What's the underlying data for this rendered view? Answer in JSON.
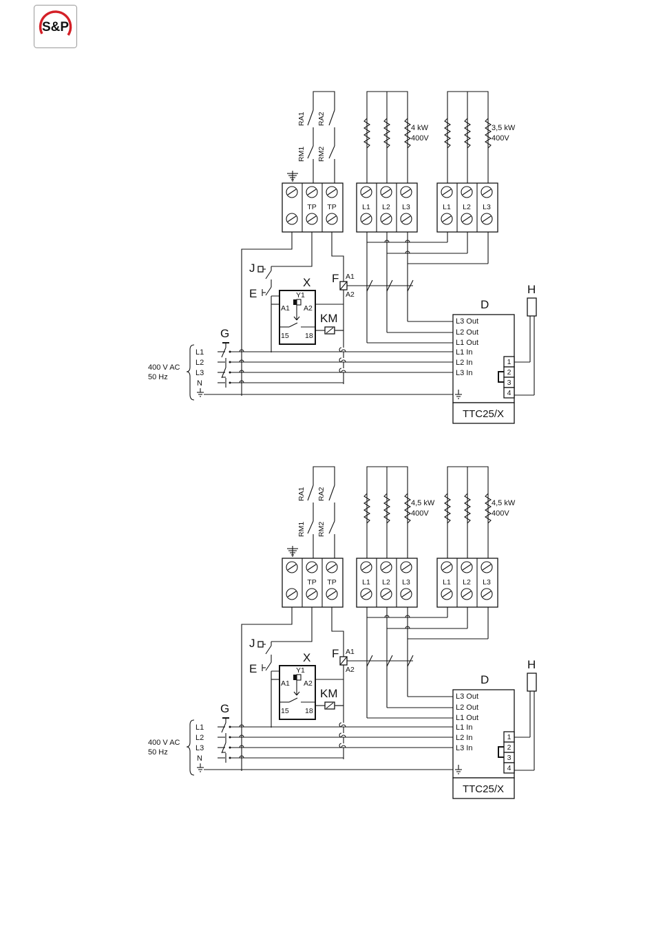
{
  "logo": {
    "text": "S&P",
    "accent": "#d42027"
  },
  "diagrams": [
    {
      "supply": {
        "voltage": "400 V AC",
        "freq": "50 Hz",
        "phases": [
          "L1",
          "L2",
          "L3",
          "N"
        ]
      },
      "switch": "G",
      "contacts": {
        "j": "J",
        "e": "E"
      },
      "relay": {
        "label": "X",
        "y1": "Y1",
        "a1": "A1",
        "a2": "A2",
        "t15": "15",
        "t18": "18"
      },
      "km": "KM",
      "fuse": {
        "label": "F",
        "a1": "A1",
        "a2": "A2"
      },
      "safety": [
        "RA1",
        "RA2",
        "RM1",
        "RM2"
      ],
      "terminal_tp": "TP",
      "heater_a": {
        "power": "4 kW",
        "voltage": "400V",
        "phases": [
          "L1",
          "L2",
          "L3"
        ]
      },
      "heater_b": {
        "power": "3,5 kW",
        "voltage": "400V",
        "phases": [
          "L1",
          "L2",
          "L3"
        ]
      },
      "controller": {
        "label": "D",
        "outputs": [
          "L3 Out",
          "L2 Out",
          "L1 Out"
        ],
        "inputs": [
          "L1 In",
          "L2 In",
          "L3 In"
        ],
        "terminals": [
          "1",
          "2",
          "3",
          "4"
        ],
        "model": "TTC25/X"
      },
      "sensor": "H"
    },
    {
      "supply": {
        "voltage": "400 V AC",
        "freq": "50 Hz",
        "phases": [
          "L1",
          "L2",
          "L3",
          "N"
        ]
      },
      "switch": "G",
      "contacts": {
        "j": "J",
        "e": "E"
      },
      "relay": {
        "label": "X",
        "y1": "Y1",
        "a1": "A1",
        "a2": "A2",
        "t15": "15",
        "t18": "18"
      },
      "km": "KM",
      "fuse": {
        "label": "F",
        "a1": "A1",
        "a2": "A2"
      },
      "safety": [
        "RA1",
        "RA2",
        "RM1",
        "RM2"
      ],
      "terminal_tp": "TP",
      "heater_a": {
        "power": "4,5 kW",
        "voltage": "400V",
        "phases": [
          "L1",
          "L2",
          "L3"
        ]
      },
      "heater_b": {
        "power": "4,5 kW",
        "voltage": "400V",
        "phases": [
          "L1",
          "L2",
          "L3"
        ]
      },
      "controller": {
        "label": "D",
        "outputs": [
          "L3 Out",
          "L2 Out",
          "L1 Out"
        ],
        "inputs": [
          "L1 In",
          "L2 In",
          "L3 In"
        ],
        "terminals": [
          "1",
          "2",
          "3",
          "4"
        ],
        "model": "TTC25/X"
      },
      "sensor": "H"
    }
  ]
}
